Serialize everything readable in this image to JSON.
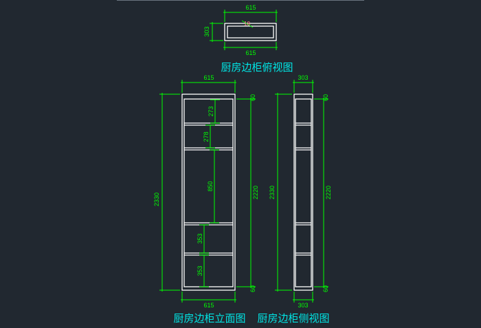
{
  "colors": {
    "background": "#212830",
    "outline": "#ffffff",
    "dimension": "#00ff00",
    "title": "#00e5e5"
  },
  "top_view": {
    "title": "厨房边柜俯视图",
    "dims": {
      "width_top": "615",
      "width_bottom": "615",
      "depth": "303",
      "inner": "18"
    }
  },
  "front_view": {
    "title": "厨房边柜立面图",
    "dims": {
      "top_width": "615",
      "bottom_width": "615",
      "overall_height": "2330",
      "inner_height": "2220",
      "top_gap": "60",
      "bottom_gap": "60",
      "shelves": [
        "273",
        "278",
        "850",
        "353",
        "353"
      ]
    }
  },
  "side_view": {
    "title": "厨房边柜侧视图",
    "dims": {
      "top_width": "303",
      "bottom_width": "303",
      "overall_height": "2330",
      "inner_height": "2220",
      "top_gap": "60",
      "bottom_gap": "60"
    }
  }
}
